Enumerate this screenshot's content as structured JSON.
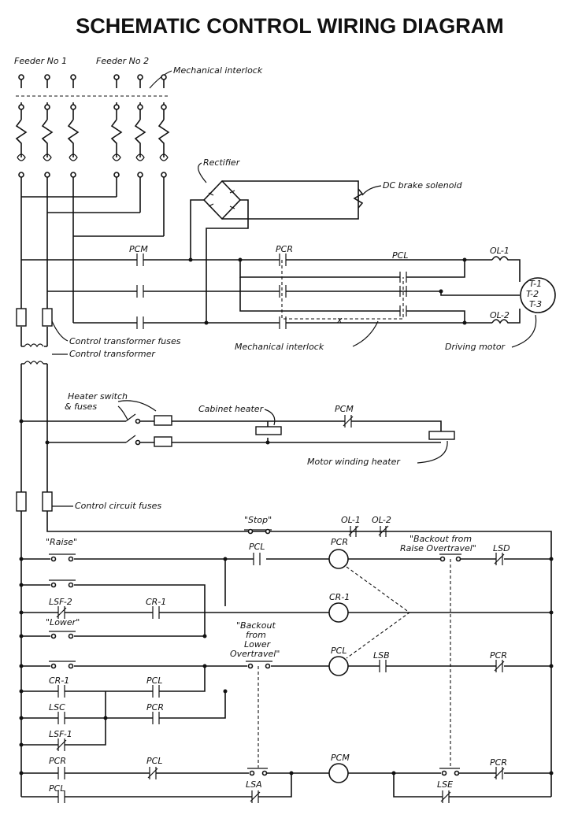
{
  "title": "SCHEMATIC CONTROL WIRING DIAGRAM",
  "labels": {
    "feeder1": "Feeder No 1",
    "feeder2": "Feeder No 2",
    "mech_interlock_top": "Mechanical interlock",
    "rectifier": "Rectifier",
    "dc_brake": "DC brake solenoid",
    "pcm_power": "PCM",
    "pcr_power": "PCR",
    "pcl_power": "PCL",
    "ol1_power": "OL-1",
    "ol2_power": "OL-2",
    "t1": "T-1",
    "t2": "T-2",
    "t3": "T-3",
    "ct_fuses": "Control transformer fuses",
    "ct": "Control transformer",
    "mech_interlock_mid": "Mechanical interlock",
    "driving_motor": "Driving motor",
    "heater_switch_1": "Heater switch",
    "heater_switch_2": "& fuses",
    "cabinet_heater": "Cabinet heater",
    "pcm_heater": "PCM",
    "motor_winding_heater": "Motor winding heater",
    "control_circuit_fuses": "Control circuit fuses",
    "stop": "\"Stop\"",
    "ol1_ctrl": "OL-1",
    "ol2_ctrl": "OL-2",
    "raise": "\"Raise\"",
    "pcl_r1": "PCL",
    "pcr_coil": "PCR",
    "backout_raise_1": "\"Backout from",
    "backout_raise_2": "Raise Overtravel\"",
    "lsd": "LSD",
    "lsf2": "LSF-2",
    "cr1_contact": "CR-1",
    "cr1_coil": "CR-1",
    "lower": "\"Lower\"",
    "backout_lower_1": "\"Backout",
    "backout_lower_2": "from",
    "backout_lower_3": "Lower",
    "backout_lower_4": "Overtravel\"",
    "pcl_coil": "PCL",
    "lsb": "LSB",
    "pcr_r3": "PCR",
    "cr1_l": "CR-1",
    "pcl_l": "PCL",
    "lsc": "LSC",
    "pcr_l": "PCR",
    "lsf1": "LSF-1",
    "pcr_r4": "PCR",
    "pcl_r4": "PCL",
    "pcm_coil": "PCM",
    "pcr_r4b": "PCR",
    "pcl_r5": "PCL",
    "lsa": "LSA",
    "lse": "LSE"
  }
}
